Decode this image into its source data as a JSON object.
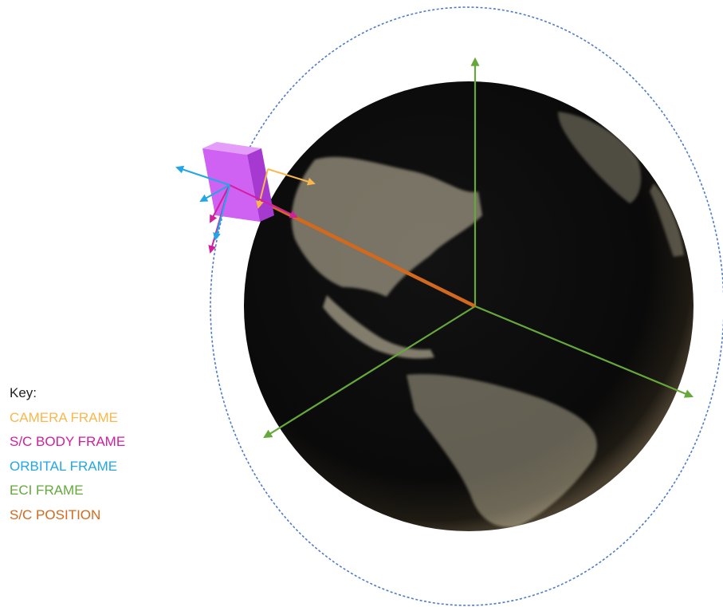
{
  "colors": {
    "camera": "#f8b84e",
    "body": "#d21f9c",
    "orbital": "#23a6e6",
    "eci": "#66a83b",
    "position": "#d2691e",
    "orbit": "#4f7bc7",
    "cube": "#c658f0"
  },
  "key": {
    "title": "Key:",
    "items": [
      {
        "label": "CAMERA FRAME",
        "color": "#f8b84e"
      },
      {
        "label": "S/C BODY FRAME",
        "color": "#d21f9c"
      },
      {
        "label": "ORBITAL FRAME",
        "color": "#23a6e6"
      },
      {
        "label": "ECI FRAME",
        "color": "#66a83b"
      },
      {
        "label": "S/C POSITION",
        "color": "#d2691e"
      }
    ]
  }
}
